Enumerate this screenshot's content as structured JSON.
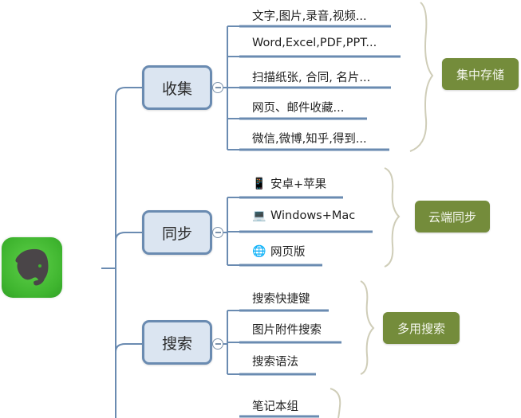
{
  "root": {
    "icon": "evernote-elephant-logo",
    "color": "#3fb52f"
  },
  "colors": {
    "node_fill": "#dbe5f1",
    "node_border": "#6a8bb1",
    "connector": "#6a8bb1",
    "tag_fill": "#748c3b",
    "brace": "#cfcdb8"
  },
  "branches": [
    {
      "label": "收集",
      "items": [
        {
          "label": "文字,图片,录音,视频..."
        },
        {
          "label": "Word,Excel,PDF,PPT..."
        },
        {
          "label": "扫描纸张, 合同, 名片..."
        },
        {
          "label": "网页、邮件收藏..."
        },
        {
          "label": "微信,微博,知乎,得到..."
        }
      ],
      "summary": "集中存储"
    },
    {
      "label": "同步",
      "items": [
        {
          "label": "安卓+苹果",
          "icon": "phone-icon",
          "glyph": "📱"
        },
        {
          "label": "Windows+Mac",
          "icon": "laptop-icon",
          "glyph": "💻"
        },
        {
          "label": "网页版",
          "icon": "globe-icon",
          "glyph": "🌐"
        }
      ],
      "summary": "云端同步"
    },
    {
      "label": "搜索",
      "items": [
        {
          "label": "搜索快捷键"
        },
        {
          "label": "图片附件搜索"
        },
        {
          "label": "搜索语法"
        }
      ],
      "summary": "多用搜索"
    },
    {
      "label": "",
      "items": [
        {
          "label": "笔记本组"
        }
      ],
      "summary": ""
    }
  ]
}
